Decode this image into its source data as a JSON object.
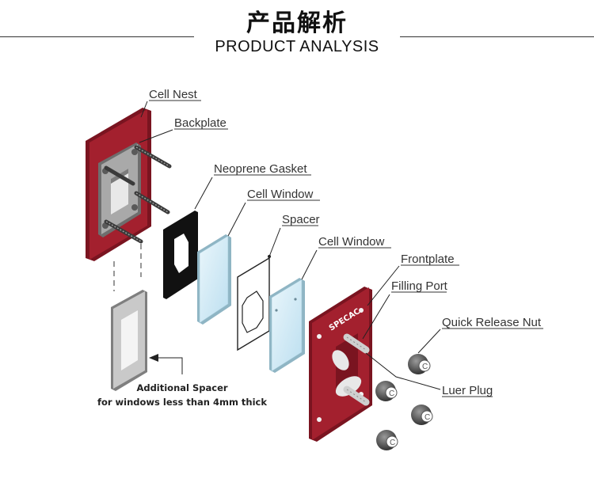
{
  "header": {
    "title_cn": "产品解析",
    "title_en": "PRODUCT ANALYSIS"
  },
  "diagram": {
    "labels": {
      "cell_nest": "Cell Nest",
      "backplate": "Backplate",
      "neoprene_gasket": "Neoprene Gasket",
      "cell_window_1": "Cell Window",
      "spacer": "Spacer",
      "cell_window_2": "Cell Window",
      "frontplate": "Frontplate",
      "filling_port": "Filling Port",
      "quick_release_nut": "Quick Release Nut",
      "luer_plug": "Luer Plug"
    },
    "additional_spacer": {
      "line1": "Additional Spacer",
      "line2": "for windows less than 4mm thick"
    },
    "frontplate_brand": "SPECAC",
    "nut_letter": "C"
  },
  "colors": {
    "plate_red": "#a3202e",
    "plate_red_dark": "#7a1420",
    "window_blue": "#d6ecf5",
    "gasket_black": "#111111"
  }
}
